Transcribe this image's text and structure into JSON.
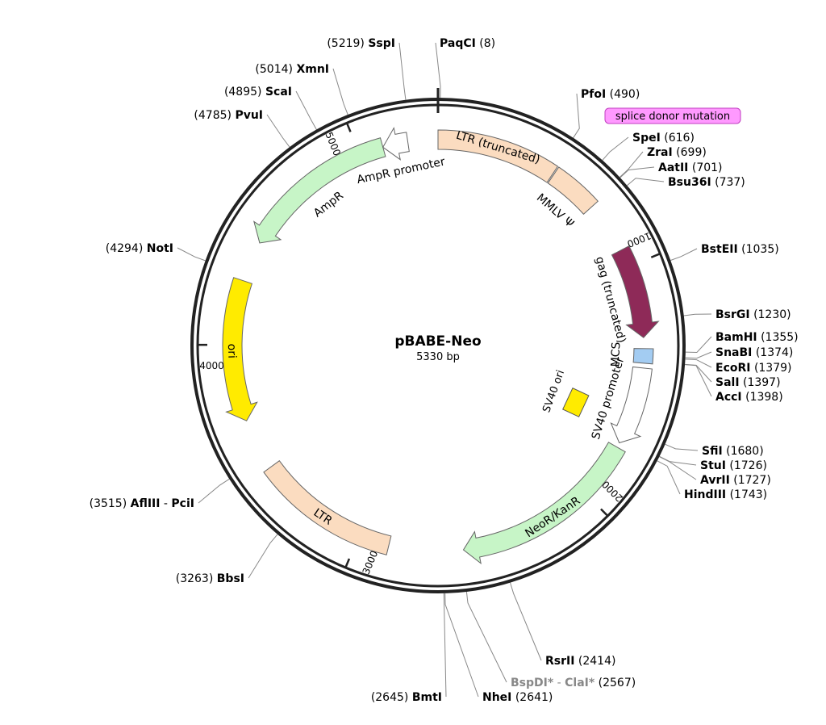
{
  "plasmid": {
    "name": "pBABE-Neo",
    "length_label": "5330 bp",
    "length": 5330
  },
  "ticks": [
    {
      "position": 1000,
      "label": "1000"
    },
    {
      "position": 2000,
      "label": "2000"
    },
    {
      "position": 3000,
      "label": "3000"
    },
    {
      "position": 4000,
      "label": "4000"
    },
    {
      "position": 5000,
      "label": "5000"
    }
  ],
  "features": [
    {
      "name": "LTR (truncated)",
      "start": 0,
      "end": 500,
      "color": "#fbdcc0",
      "label_mode": "inside"
    },
    {
      "name": "MMLV Ψ",
      "start": 505,
      "end": 710,
      "color": "#fbdcc0",
      "label_mode": "inner"
    },
    {
      "name": "gag (truncated)",
      "start": 925,
      "end": 1300,
      "color": "#8e2a58",
      "label_mode": "inner",
      "arrow": true
    },
    {
      "name": "MCS",
      "start": 1345,
      "end": 1405,
      "color": "#a3ccf2",
      "label_mode": "inner"
    },
    {
      "name": "SV40 promoter",
      "start": 1425,
      "end": 1750,
      "color": "#ffffff",
      "label_mode": "inner",
      "arrow": true
    },
    {
      "name": "NeoR/KanR",
      "start": 1770,
      "end": 2560,
      "color": "#c7f5c7",
      "label_mode": "inside",
      "arrow": true
    },
    {
      "name": "LTR",
      "start": 2870,
      "end": 3465,
      "color": "#fbdcc0",
      "label_mode": "inside"
    },
    {
      "name": "ori",
      "start": 3680,
      "end": 4270,
      "color": "#ffeb00",
      "label_mode": "inside",
      "arrow": true,
      "reverse": true
    },
    {
      "name": "AmpR",
      "start": 4440,
      "end": 5100,
      "color": "#c7f5c7",
      "label_mode": "inner",
      "arrow": true,
      "reverse": true
    },
    {
      "name": "AmpR promoter",
      "start": 5100,
      "end": 5205,
      "color": "#ffffff",
      "label_mode": "inner",
      "arrow": true,
      "reverse": true
    }
  ],
  "sv40_ori": {
    "name": "SV40 ori",
    "color": "#ffeb00"
  },
  "splice_donor": {
    "label": "splice donor mutation",
    "position": 505,
    "color": "#ff99ff"
  },
  "sites": [
    {
      "name": "PaqCI",
      "position": "(8)",
      "pos": 8,
      "side": "right"
    },
    {
      "name": "SspI",
      "position": "(5219)",
      "pos": 5219,
      "side": "left"
    },
    {
      "name": "XmnI",
      "position": "(5014)",
      "pos": 5014,
      "side": "left"
    },
    {
      "name": "ScaI",
      "position": "(4895)",
      "pos": 4895,
      "side": "left"
    },
    {
      "name": "PvuI",
      "position": "(4785)",
      "pos": 4785,
      "side": "left"
    },
    {
      "name": "NotI",
      "position": "(4294)",
      "pos": 4294,
      "side": "left"
    },
    {
      "name": "AflIII",
      "name2": "PciI",
      "position": "(3515)",
      "pos": 3515,
      "side": "left"
    },
    {
      "name": "BbsI",
      "position": "(3263)",
      "pos": 3263,
      "side": "left"
    },
    {
      "name": "BmtI",
      "position": "(2645)",
      "pos": 2645,
      "side": "left"
    },
    {
      "name": "NheI",
      "position": "(2641)",
      "pos": 2641,
      "side": "right"
    },
    {
      "name": "BspDI*",
      "name2": "ClaI*",
      "position": "(2567)",
      "pos": 2567,
      "side": "right",
      "gray": true
    },
    {
      "name": "RsrII",
      "position": "(2414)",
      "pos": 2414,
      "side": "right"
    },
    {
      "name": "HindIII",
      "position": "(1743)",
      "pos": 1743,
      "side": "right"
    },
    {
      "name": "AvrII",
      "position": "(1727)",
      "pos": 1727,
      "side": "right"
    },
    {
      "name": "StuI",
      "position": "(1726)",
      "pos": 1726,
      "side": "right"
    },
    {
      "name": "SfiI",
      "position": "(1680)",
      "pos": 1680,
      "side": "right"
    },
    {
      "name": "AccI",
      "position": "(1398)",
      "pos": 1398,
      "side": "right"
    },
    {
      "name": "SalI",
      "position": "(1397)",
      "pos": 1397,
      "side": "right"
    },
    {
      "name": "EcoRI",
      "position": "(1379)",
      "pos": 1379,
      "side": "right"
    },
    {
      "name": "SnaBI",
      "position": "(1374)",
      "pos": 1374,
      "side": "right"
    },
    {
      "name": "BamHI",
      "position": "(1355)",
      "pos": 1355,
      "side": "right"
    },
    {
      "name": "BsrGI",
      "position": "(1230)",
      "pos": 1230,
      "side": "right"
    },
    {
      "name": "BstEII",
      "position": "(1035)",
      "pos": 1035,
      "side": "right"
    },
    {
      "name": "Bsu36I",
      "position": "(737)",
      "pos": 737,
      "side": "right"
    },
    {
      "name": "AatII",
      "position": "(701)",
      "pos": 701,
      "side": "right"
    },
    {
      "name": "ZraI",
      "position": "(699)",
      "pos": 699,
      "side": "right"
    },
    {
      "name": "SpeI",
      "position": "(616)",
      "pos": 616,
      "side": "right"
    },
    {
      "name": "PfoI",
      "position": "(490)",
      "pos": 490,
      "side": "right"
    }
  ]
}
